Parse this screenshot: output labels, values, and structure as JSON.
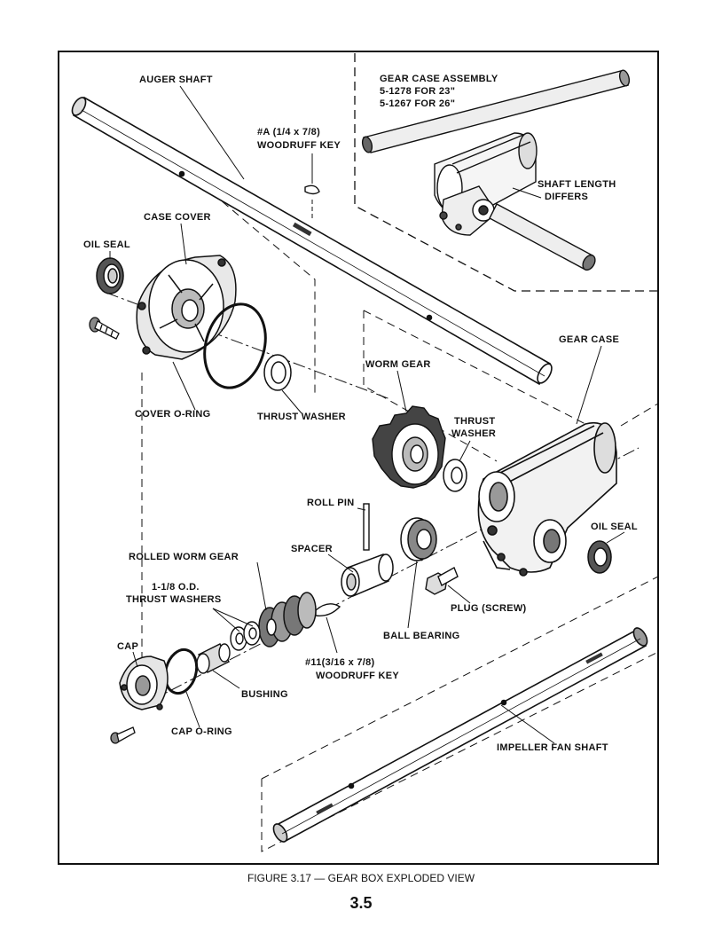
{
  "diagram": {
    "labels": {
      "auger_shaft": "AUGER SHAFT",
      "gear_case_assembly_1": "GEAR CASE ASSEMBLY",
      "gear_case_assembly_2": "5-1278 FOR 23\"",
      "gear_case_assembly_3": "5-1267 FOR 26\"",
      "woodruff_key_a_1": "#A (1/4 x 7/8)",
      "woodruff_key_a_2": "WOODRUFF KEY",
      "shaft_length_1": "SHAFT LENGTH",
      "shaft_length_2": "DIFFERS",
      "case_cover": "CASE COVER",
      "oil_seal_left": "OIL SEAL",
      "gear_case": "GEAR CASE",
      "worm_gear": "WORM GEAR",
      "thrust_washer_right_1": "THRUST",
      "thrust_washer_right_2": "WASHER",
      "cover_o_ring": "COVER O-RING",
      "thrust_washer_left": "THRUST WASHER",
      "roll_pin": "ROLL PIN",
      "oil_seal_right": "OIL SEAL",
      "spacer": "SPACER",
      "rolled_worm_gear": "ROLLED WORM GEAR",
      "thrust_washers_1": "1-1/8 O.D.",
      "thrust_washers_2": "THRUST WASHERS",
      "plug_screw": "PLUG (SCREW)",
      "ball_bearing": "BALL BEARING",
      "cap": "CAP",
      "woodruff_key_11_1": "#11(3/16 x 7/8)",
      "woodruff_key_11_2": "WOODRUFF KEY",
      "bushing": "BUSHING",
      "cap_o_ring": "CAP O-RING",
      "impeller_fan_shaft": "IMPELLER FAN SHAFT"
    }
  },
  "caption": "FIGURE 3.17 — GEAR BOX EXPLODED VIEW",
  "page_number": "3.5"
}
